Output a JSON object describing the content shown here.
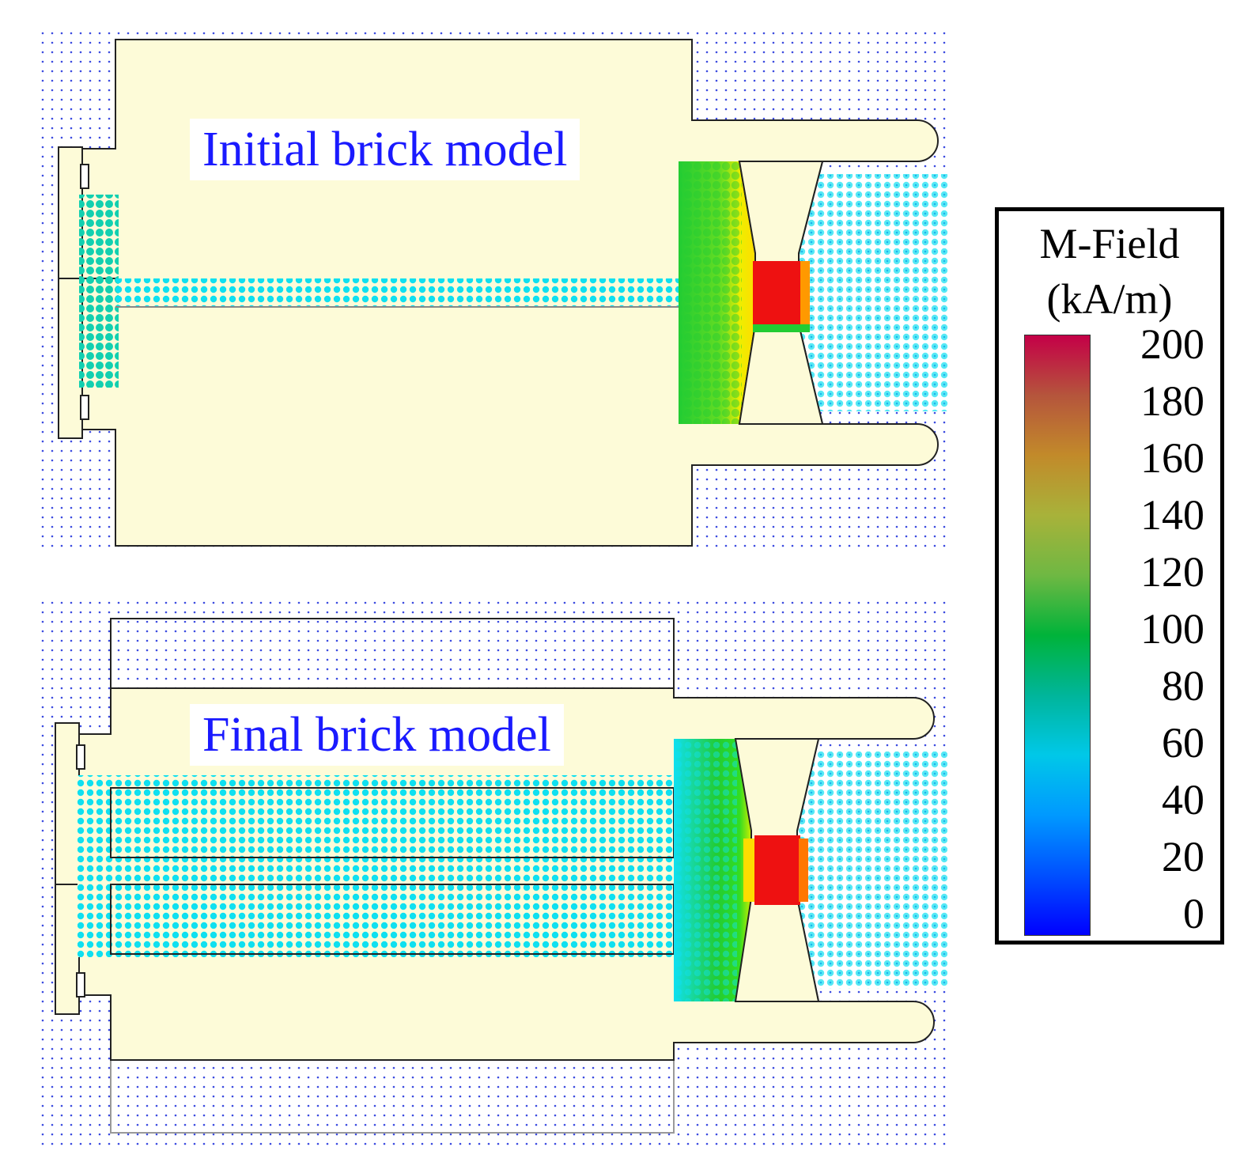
{
  "models": [
    {
      "label": "Initial brick model"
    },
    {
      "label": "Final brick model"
    }
  ],
  "legend": {
    "title_line1": "M-Field",
    "title_line2": "(kA/m)",
    "ticks": [
      "200",
      "180",
      "160",
      "140",
      "120",
      "100",
      "80",
      "60",
      "40",
      "20",
      "0"
    ]
  },
  "colors": {
    "body": "#fdfbd8",
    "outline": "#222222",
    "label_text": "#1a1aff",
    "field_low": "#0000ff",
    "field_mid": "#00c8e8",
    "field_green": "#00cc33",
    "field_yellow": "#ffee00",
    "field_high": "#ee1111"
  }
}
